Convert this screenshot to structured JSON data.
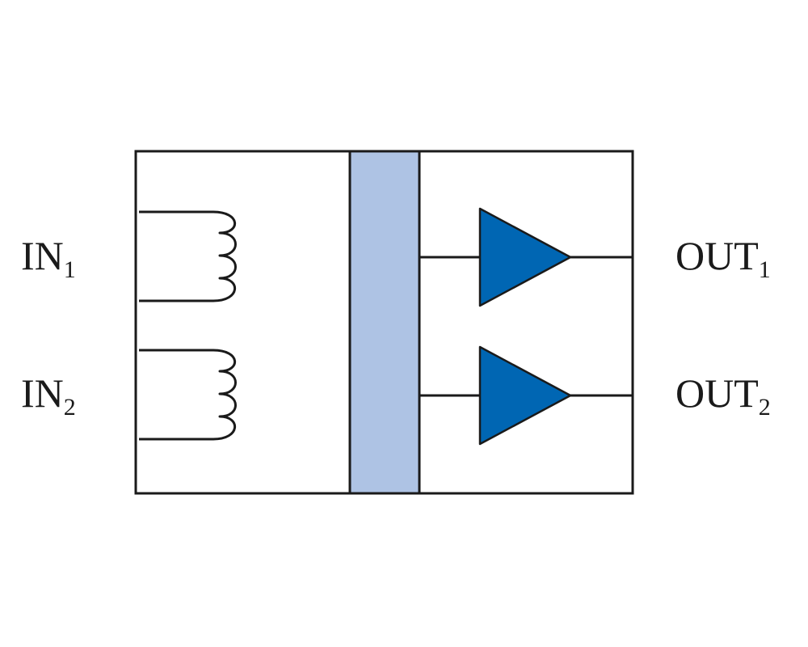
{
  "diagram": {
    "inputs": [
      {
        "label": "IN",
        "subscript": "1"
      },
      {
        "label": "IN",
        "subscript": "2"
      }
    ],
    "outputs": [
      {
        "label": "OUT",
        "subscript": "1"
      },
      {
        "label": "OUT",
        "subscript": "2"
      }
    ],
    "colors": {
      "stroke": "#1a1a1a",
      "barrier_fill": "#aec3e4",
      "amplifier_fill": "#0066b3",
      "background": "#ffffff"
    },
    "icons": [
      "inductor-coil-icon",
      "amplifier-triangle-icon"
    ]
  }
}
